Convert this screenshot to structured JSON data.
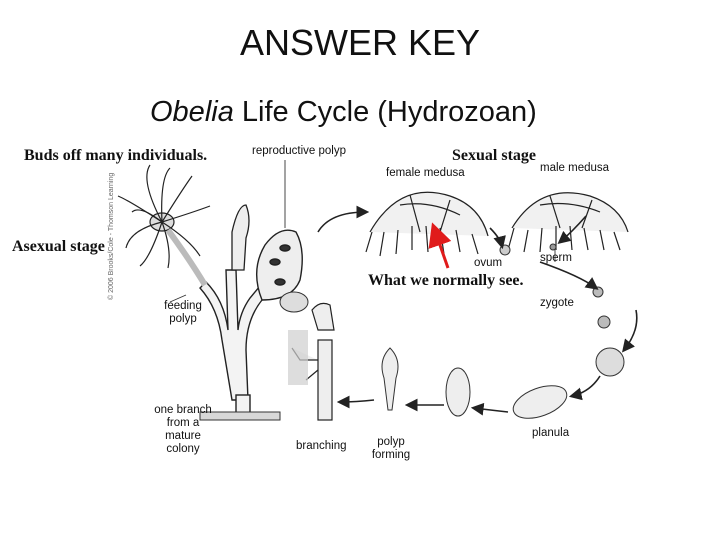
{
  "page_title": "ANSWER KEY",
  "diagram_title": {
    "italic": "Obelia",
    "rest": " Life Cycle (Hydrozoan)"
  },
  "notes": {
    "buds": "Buds off many individuals.",
    "sexual": "Sexual stage",
    "asexual": "Asexual stage",
    "normally_see": "What we normally see."
  },
  "labels": {
    "reproductive_polyp": "reproductive polyp",
    "female_medusa": "female medusa",
    "male_medusa": "male medusa",
    "sperm": "sperm",
    "ovum": "ovum",
    "zygote": "zygote",
    "feeding_polyp_1": "feeding",
    "feeding_polyp_2": "polyp",
    "branch_1": "one branch",
    "branch_2": "from a",
    "branch_3": "mature",
    "branch_4": "colony",
    "branching": "branching",
    "polyp_forming_1": "polyp",
    "polyp_forming_2": "forming",
    "planula": "planula"
  },
  "copyright": "© 2006 Brooks/Cole - Thomson Learning",
  "colors": {
    "arrow_highlight": "#e01b1b",
    "ink": "#111111"
  }
}
